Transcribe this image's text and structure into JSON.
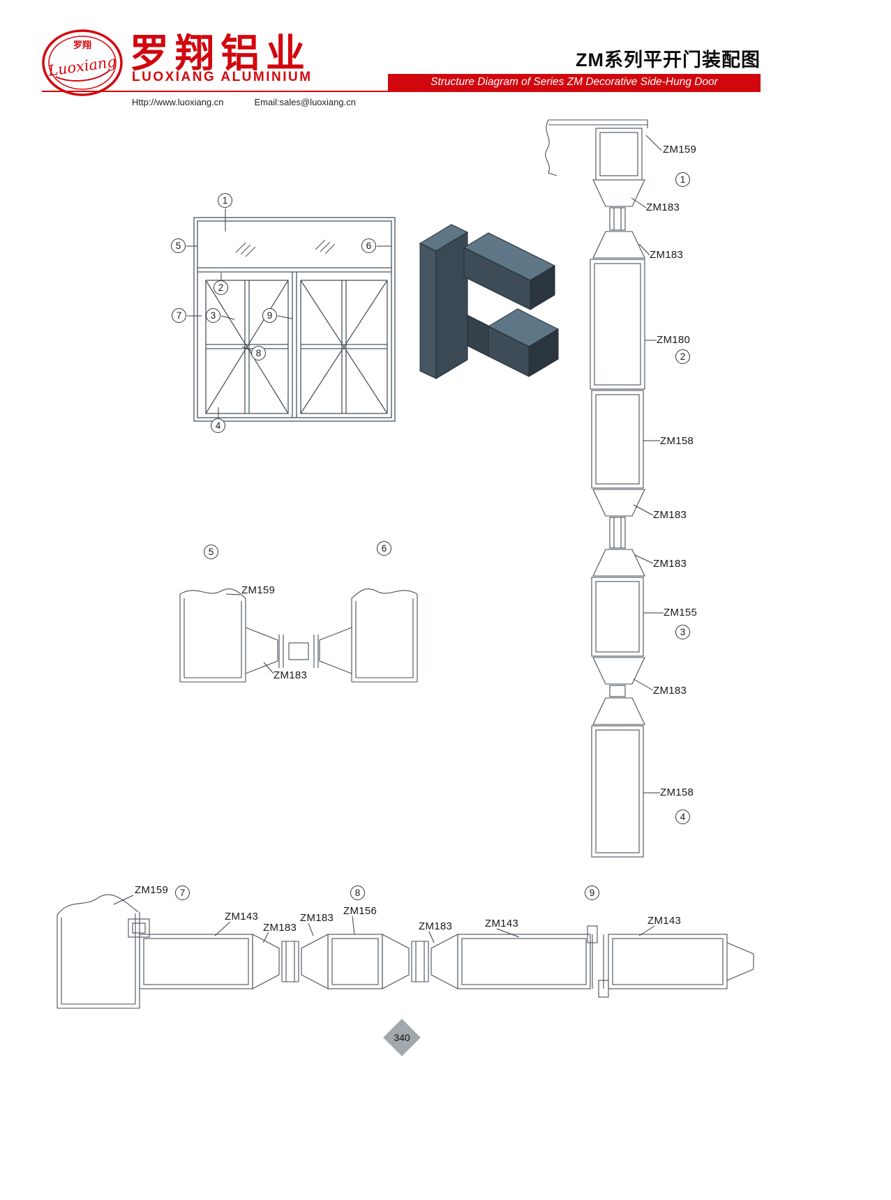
{
  "header": {
    "logo_cn": "罗翔",
    "logo_script": "Luoxiang",
    "brand_cn": "罗翔铝业",
    "brand_en": "LUOXIANG ALUMINIUM",
    "doc_title_cn": "ZM系列平开门装配图",
    "doc_title_en": "Structure Diagram of Series ZM Decorative Side-Hung Door",
    "website": "Http://www.luoxiang.cn",
    "email": "Email:sales@luoxiang.cn"
  },
  "colors": {
    "accent_red": "#d2070e",
    "line_color": "#454f58",
    "profile_render_dark": "#3a4953",
    "profile_render_light": "#5e7685",
    "diamond_gray": "#a2a9ae"
  },
  "callouts": {
    "elevation": [
      "1",
      "5",
      "6",
      "2",
      "7",
      "3",
      "9",
      "8",
      "4"
    ],
    "right": [
      "1",
      "2",
      "3",
      "4"
    ],
    "mid": [
      "5",
      "6"
    ],
    "bottom": [
      "7",
      "8",
      "9"
    ]
  },
  "labels": {
    "right": [
      "ZM159",
      "ZM183",
      "ZM183",
      "ZM180",
      "ZM158",
      "ZM183",
      "ZM183",
      "ZM155",
      "ZM183",
      "ZM158"
    ],
    "mid": [
      "ZM159",
      "ZM183"
    ],
    "bottom": [
      "ZM159",
      "ZM143",
      "ZM183",
      "ZM183",
      "ZM156",
      "ZM183",
      "ZM143",
      "ZM143"
    ]
  },
  "footer": {
    "page": "340"
  }
}
